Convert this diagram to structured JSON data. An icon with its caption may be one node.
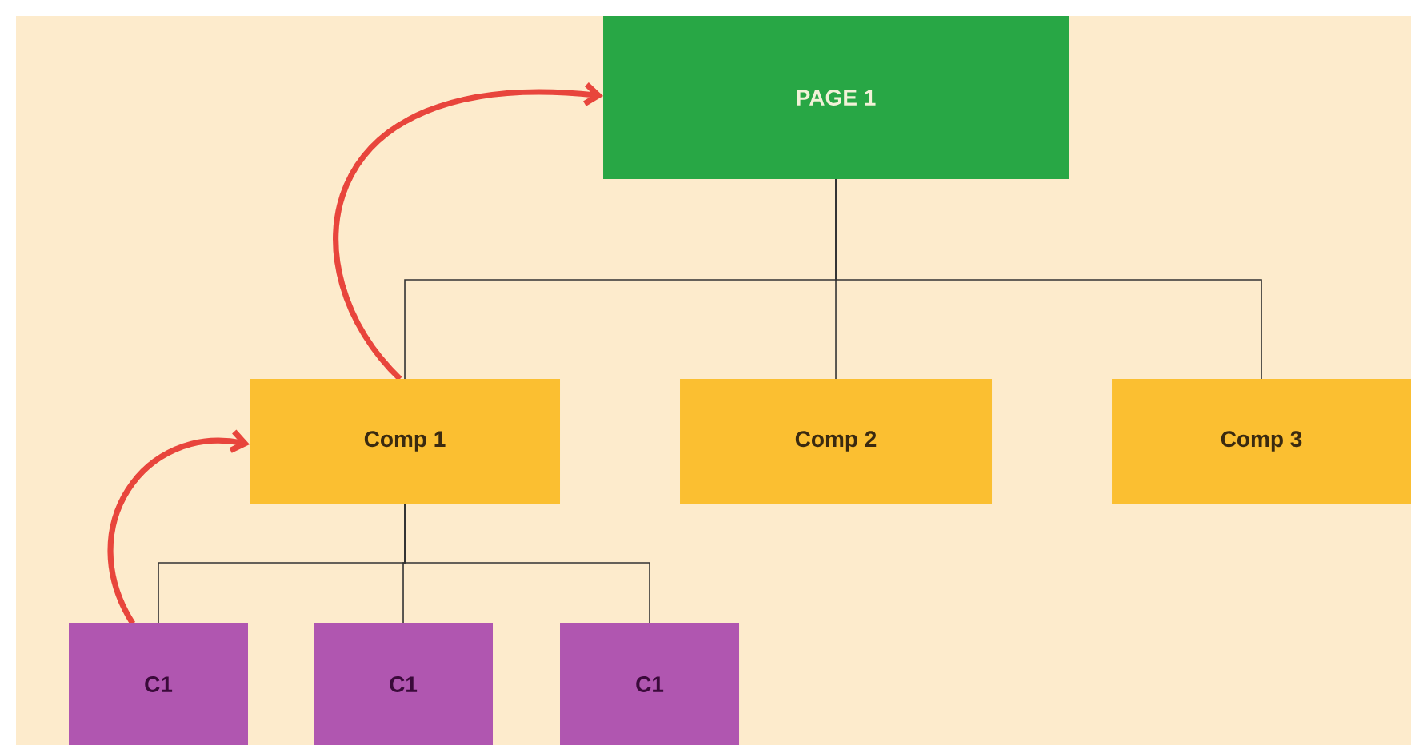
{
  "diagram": {
    "nodes": [
      {
        "text": [
          "PAGE 1"
        ]
      },
      {
        "text": [
          "Comp 1"
        ]
      },
      {
        "text": [
          "Comp 2"
        ]
      },
      {
        "text": [
          "Comp 3"
        ]
      },
      {
        "text": [
          "C1"
        ]
      },
      {
        "text": [
          "C1"
        ]
      },
      {
        "text": [
          "C1"
        ]
      }
    ],
    "edges": [
      {
        "from": 0,
        "to": 1,
        "arrow": "none"
      },
      {
        "from": 0,
        "to": 2,
        "arrow": "none"
      },
      {
        "from": 0,
        "to": 3,
        "arrow": "none"
      },
      {
        "from": 1,
        "to": 4,
        "arrow": "none"
      },
      {
        "from": 1,
        "to": 5,
        "arrow": "none"
      },
      {
        "from": 1,
        "to": 6,
        "arrow": "none"
      },
      {
        "from": 1,
        "to": 0,
        "arrow": "to",
        "style": "thick",
        "color": "#e8453c"
      },
      {
        "from": 4,
        "to": 1,
        "arrow": "to",
        "style": "thick",
        "color": "#e8453c"
      }
    ]
  }
}
